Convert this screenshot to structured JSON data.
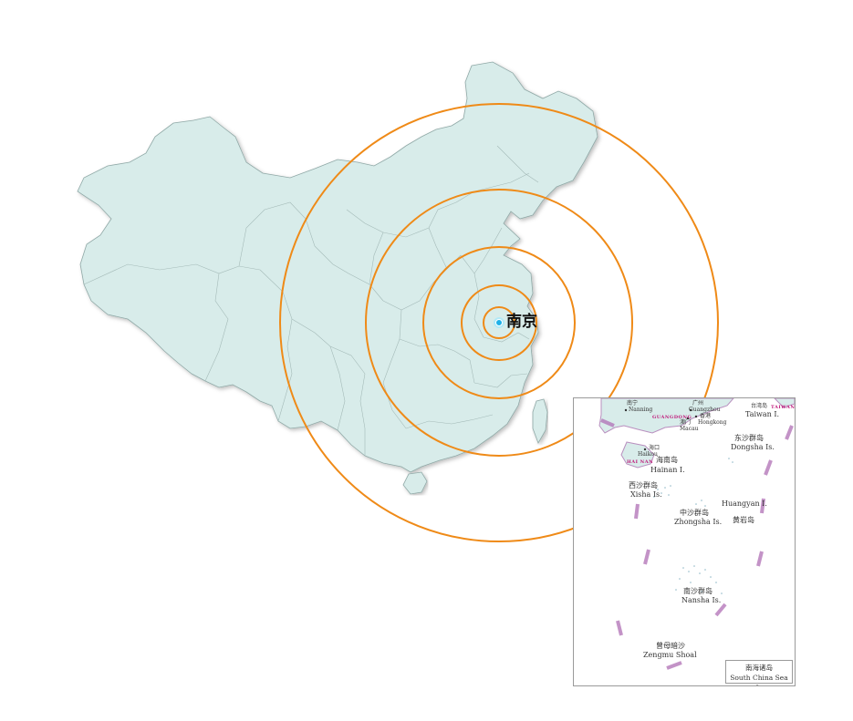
{
  "map": {
    "center_city": "南京",
    "ring_color": "#ef8a17",
    "land_color": "#d8ecea",
    "border_color": "#9fb5b3",
    "inset": {
      "labels": {
        "nanning_cn": "南宁",
        "nanning_en": "Nanning",
        "guangzhou_cn": "广州",
        "guangzhou_en": "Guangzhou",
        "hongkong_cn": "香港",
        "hongkong_en": "Hongkong",
        "macau_cn": "澳门",
        "macau_en": "Macau",
        "guangdong": "GUANGDONG",
        "taiwan_island_cn": "台湾岛",
        "taiwan_island_en": "Taiwan I.",
        "taiwan_province": "TAIWAN",
        "haikou_cn": "海口",
        "haikou_en": "Haikou",
        "hainan_province": "HAI NAN",
        "hainan_island_cn": "海南岛",
        "hainan_island_en": "Hainan I.",
        "dongsha_cn": "东沙群岛",
        "dongsha_en": "Dongsha Is.",
        "xisha_cn": "西沙群岛",
        "xisha_en": "Xisha Is.",
        "zhongsha_cn": "中沙群岛",
        "zhongsha_en": "Zhongsha Is.",
        "huangyan_en": "Huangyan I.",
        "huangyan_cn": "黄岩岛",
        "nansha_cn": "南沙群岛",
        "nansha_en": "Nansha Is.",
        "zengmu_cn": "曾母暗沙",
        "zengmu_en": "Zengmu Shoal"
      },
      "legend_cn": "南海诸岛",
      "legend_en": "South China Sea Is"
    }
  }
}
